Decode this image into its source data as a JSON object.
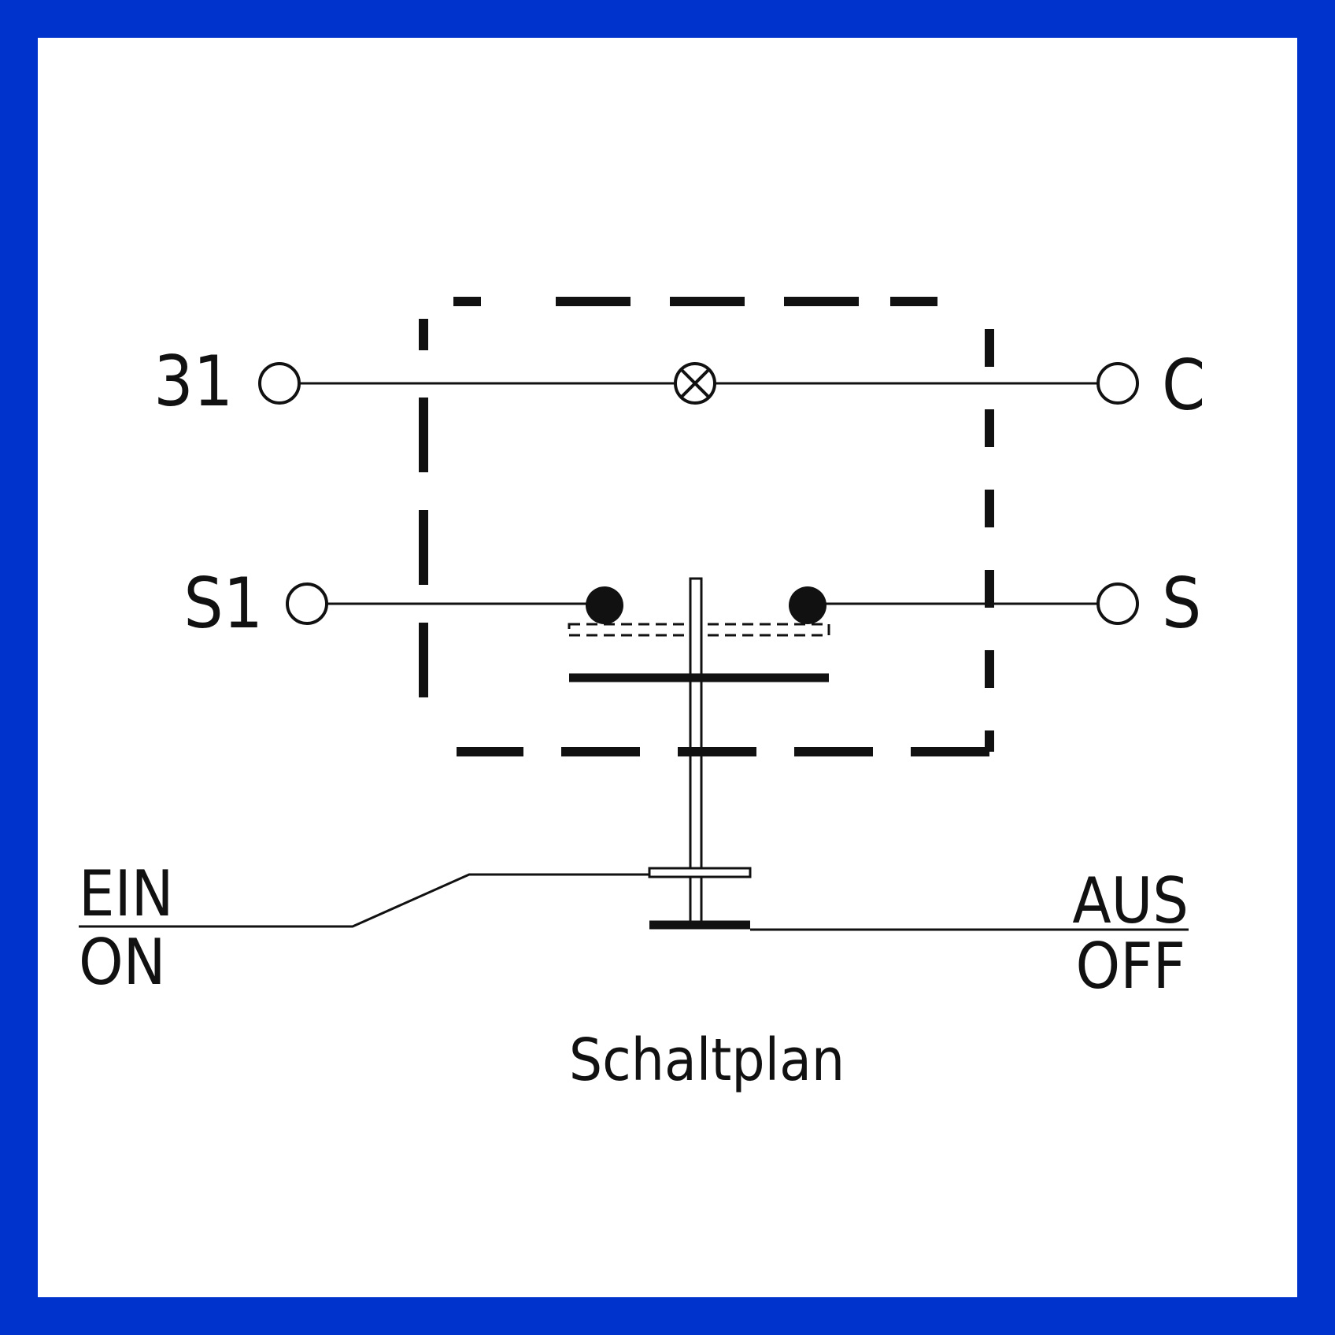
{
  "colors": {
    "frame_border": "#0033cc",
    "background": "#ffffff",
    "ink": "#111111"
  },
  "terminals": {
    "t31": "31",
    "c": "C",
    "s1": "S1",
    "s": "S"
  },
  "positions": {
    "ein": "EIN",
    "on": "ON",
    "aus": "AUS",
    "off": "OFF"
  },
  "caption": "Schaltplan",
  "icons": {
    "lamp": "lamp-cross-circle-icon",
    "terminal": "open-circle-terminal-icon",
    "contact": "filled-contact-dot-icon"
  }
}
